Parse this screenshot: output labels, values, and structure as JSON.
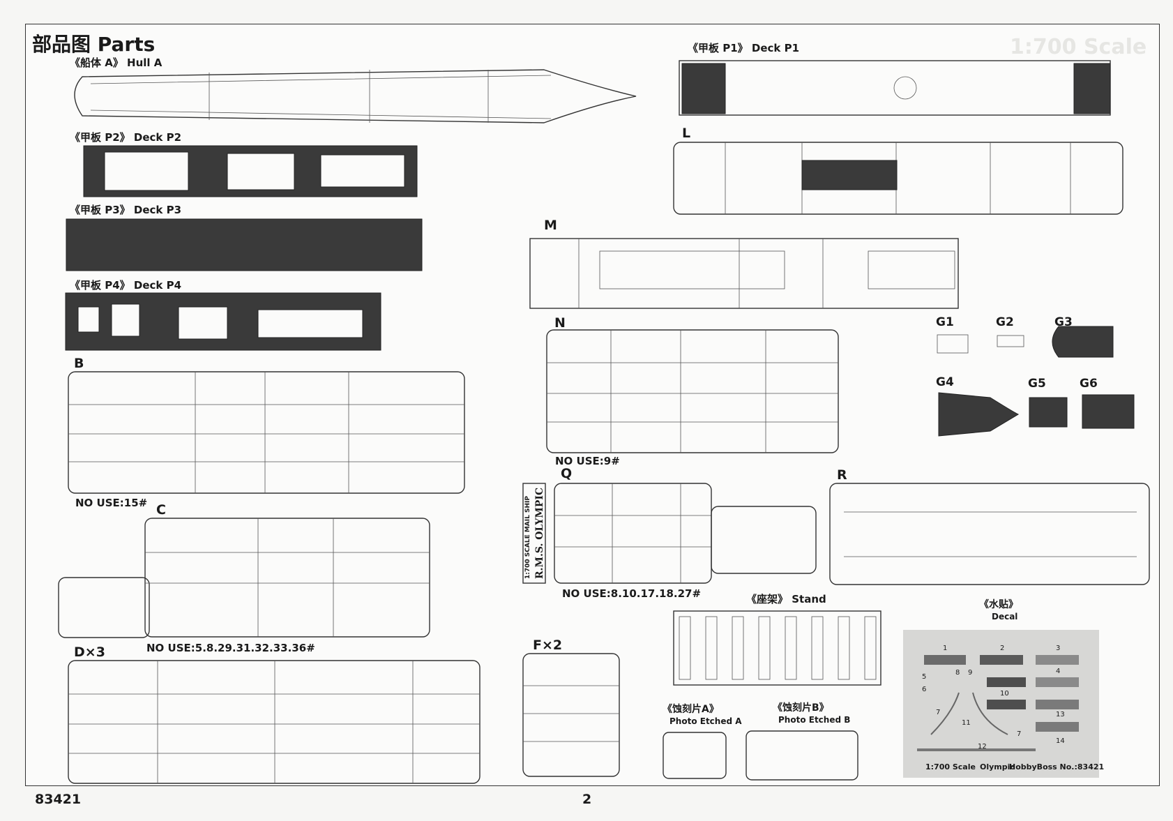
{
  "page": {
    "title": "部品图 Parts",
    "kit_number": "83421",
    "page_number": "2",
    "ghost_text": "1:700 Scale"
  },
  "parts": {
    "hull_a": "《船体 A》 Hull A",
    "deck_p1": "《甲板 P1》 Deck P1",
    "deck_p2": "《甲板 P2》 Deck P2",
    "deck_p3": "《甲板 P3》 Deck P3",
    "deck_p4": "《甲板 P4》 Deck P4",
    "stand": "《座架》 Stand",
    "decal_cn": "《水贴》",
    "decal_en": "Decal",
    "photo_etched_a_cn": "《蚀刻片A》",
    "photo_etched_a_en": "Photo Etched A",
    "photo_etched_b_cn": "《蚀刻片B》",
    "photo_etched_b_en": "Photo Etched B"
  },
  "sprues": {
    "L": "L",
    "M": "M",
    "N": "N",
    "Q": "Q",
    "R": "R",
    "B": "B",
    "C": "C",
    "D": "D×3",
    "F": "F×2",
    "G1": "G1",
    "G2": "G2",
    "G3": "G3",
    "G4": "G4",
    "G5": "G5",
    "G6": "G6"
  },
  "notes": {
    "b_no_use": "NO USE:15#",
    "c_no_use": "NO USE:5.8.29.31.32.33.36#",
    "n_no_use": "NO USE:9#",
    "q_no_use": "NO USE:8.10.17.18.27#"
  },
  "plaque": {
    "line1": "1:700 SCALE MAIL SHIP",
    "line2": "R.M.S. OLYMPIC"
  },
  "decal": {
    "numbers": [
      "1",
      "2",
      "3",
      "4",
      "5",
      "6",
      "7",
      "8",
      "9",
      "10",
      "11",
      "12",
      "13",
      "14",
      "7"
    ],
    "footer_scale": "1:700 Scale",
    "footer_name": "Olympic",
    "footer_kit": "HobbyBoss No.:83421"
  },
  "colors": {
    "ink": "#1a1a1a",
    "deck_dark": "#3a3a3a",
    "decal_bg": "#d7d7d5",
    "paper": "#fbfbfa"
  }
}
